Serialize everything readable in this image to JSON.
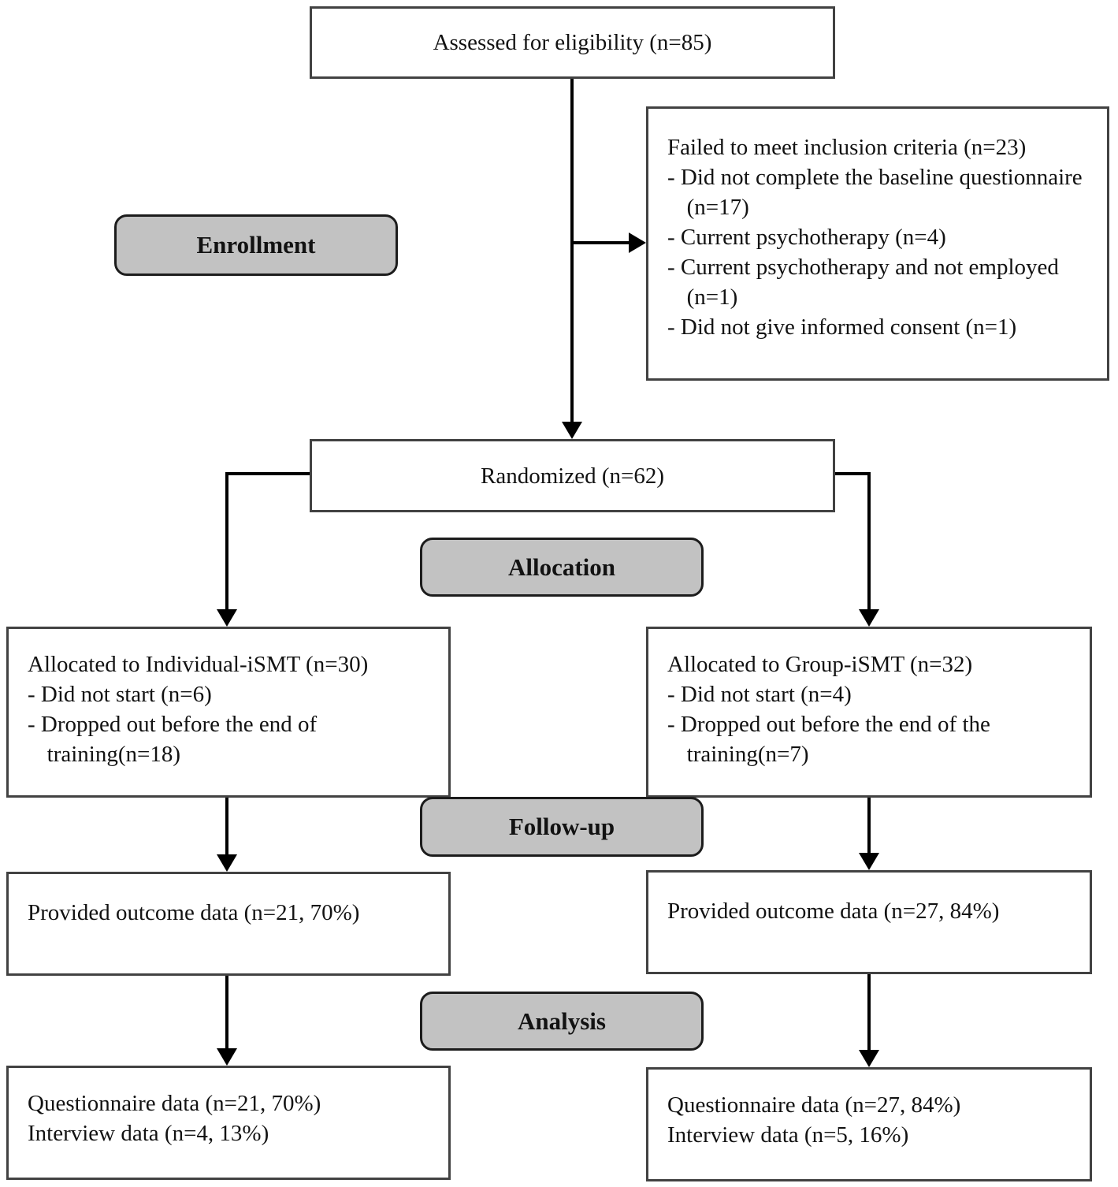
{
  "flow": {
    "assessed": {
      "text": "Assessed for eligibility (n=85)"
    },
    "excluded": {
      "title": "Failed to meet inclusion criteria (n=23)",
      "items": [
        "- Did not complete the baseline questionnaire (n=17)",
        "- Current psychotherapy (n=4)",
        "- Current psychotherapy and not employed (n=1)",
        "- Did not give informed consent (n=1)"
      ]
    },
    "randomized": {
      "text": "Randomized (n=62)"
    },
    "stages": {
      "enrollment": "Enrollment",
      "allocation": "Allocation",
      "followup": "Follow-up",
      "analysis": "Analysis"
    },
    "left_arm": {
      "allocated": {
        "title": "Allocated to Individual-iSMT (n=30)",
        "items": [
          "- Did not start (n=6)",
          "- Dropped out before the end of training(n=18)"
        ]
      },
      "outcome": {
        "text": "Provided outcome data (n=21, 70%)"
      },
      "analysis": {
        "lines": [
          "Questionnaire data (n=21, 70%)",
          "Interview data (n=4, 13%)"
        ]
      }
    },
    "right_arm": {
      "allocated": {
        "title": "Allocated to Group-iSMT (n=32)",
        "items": [
          "- Did not start (n=4)",
          "- Dropped out before the end of the training(n=7)"
        ]
      },
      "outcome": {
        "text": "Provided outcome data (n=27, 84%)"
      },
      "analysis": {
        "lines": [
          "Questionnaire data (n=27, 84%)",
          "Interview data (n=5, 16%)"
        ]
      }
    },
    "colors": {
      "stage_fill": "#c2c2c2",
      "stage_border": "#1c1c1c",
      "box_border": "#424242",
      "line": "#000000",
      "text": "#121212"
    }
  }
}
